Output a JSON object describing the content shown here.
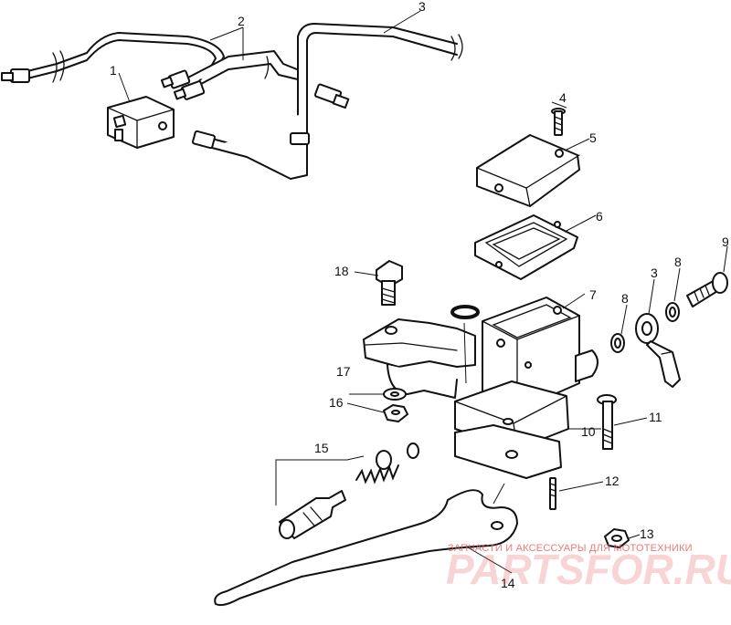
{
  "callouts": [
    {
      "id": "c1",
      "label": "1"
    },
    {
      "id": "c2",
      "label": "2"
    },
    {
      "id": "c3a",
      "label": "3"
    },
    {
      "id": "c3b",
      "label": "3"
    },
    {
      "id": "c4",
      "label": "4"
    },
    {
      "id": "c5",
      "label": "5"
    },
    {
      "id": "c6",
      "label": "6"
    },
    {
      "id": "c7",
      "label": "7"
    },
    {
      "id": "c8a",
      "label": "8"
    },
    {
      "id": "c8b",
      "label": "8"
    },
    {
      "id": "c9",
      "label": "9"
    },
    {
      "id": "c10",
      "label": "10"
    },
    {
      "id": "c11",
      "label": "11"
    },
    {
      "id": "c12",
      "label": "12"
    },
    {
      "id": "c13",
      "label": "13"
    },
    {
      "id": "c14",
      "label": "14"
    },
    {
      "id": "c15",
      "label": "15"
    },
    {
      "id": "c16",
      "label": "16"
    },
    {
      "id": "c17",
      "label": "17"
    },
    {
      "id": "c18",
      "label": "18"
    }
  ],
  "watermark": {
    "tagline": "ЗАПЧАСТИ И АКСЕССУАРЫ ДЛЯ МОТОТЕХНИКИ",
    "brand": "PARTSFOR.RU"
  }
}
